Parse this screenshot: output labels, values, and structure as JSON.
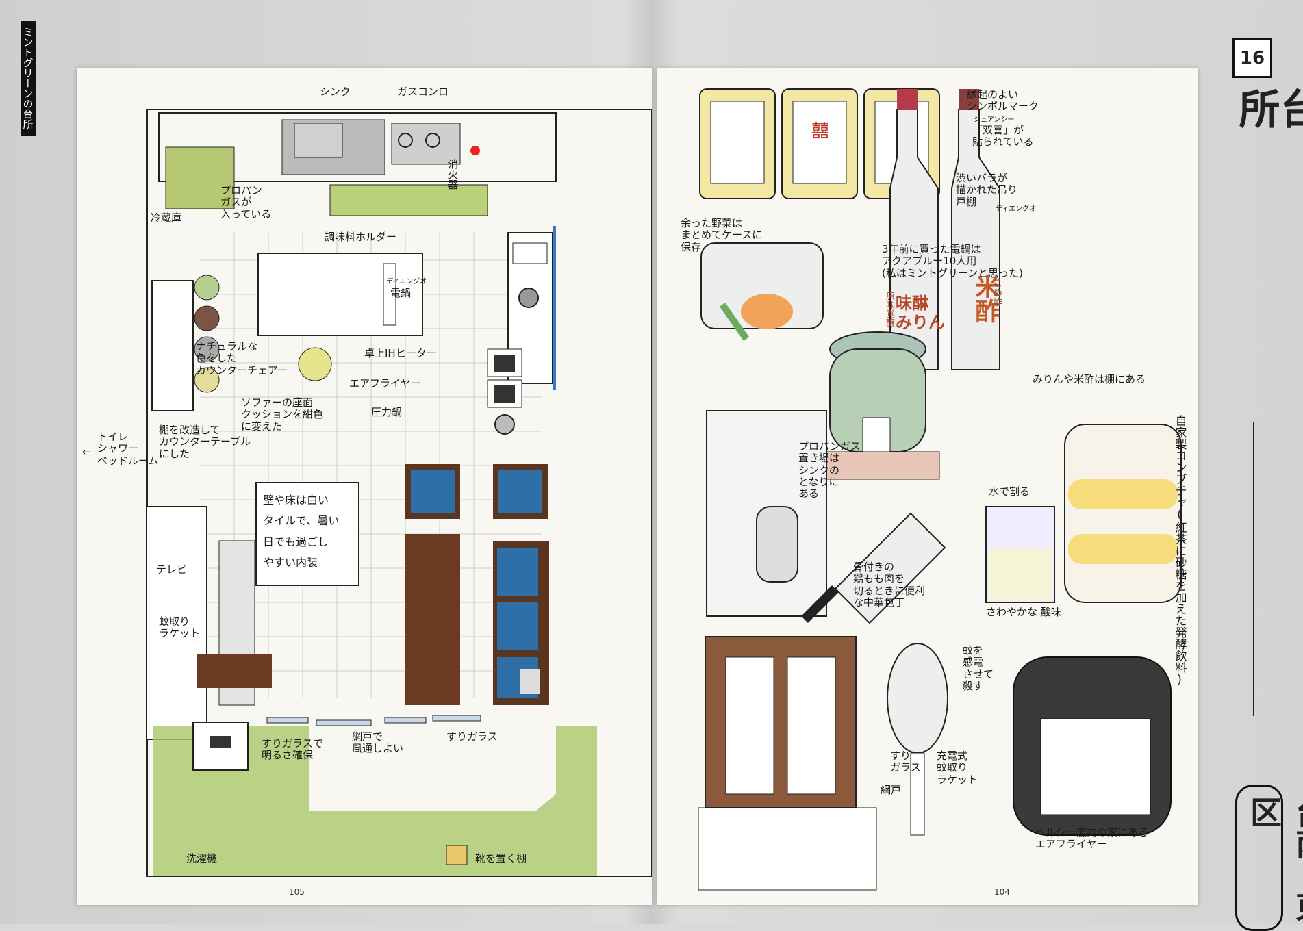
{
  "side_tab": "ミントグリーンの台所",
  "page_left_number": "105",
  "page_right_number": "104",
  "chapter_number": "16",
  "chapter_title": "ミントグリーンの台所",
  "location": "台南・東区",
  "floorplan_labels": {
    "sink": "シンク",
    "gas_stove": "ガスコンロ",
    "extinguisher": "消火器",
    "propane": "プロパン\nガスが\n入っている",
    "fridge": "冷蔵庫",
    "seasoning_holder": "調味料ホルダー",
    "datong_ruby": "ディエングオ",
    "datong": "電鍋",
    "ih_heater": "卓上IHヒーター",
    "air_fryer": "エアフライヤー",
    "pressure_cooker": "圧力鍋",
    "chairs": "ナチュラルな\n色をした\nカウンターチェアー",
    "sofa": "ソファーの座面\nクッションを紺色\nに変えた",
    "counter": "棚を改造して\nカウンターテーブル\nにした",
    "toilet": "トイレ\nシャワー\nベッドルーム",
    "arrow": "←",
    "walls": "壁や床は白い\nタイルで、暑い\n日でも過ごし\nやすい内装",
    "tv": "テレビ",
    "swatter": "蚊取り\nラケット",
    "frosted1": "すりガラスで\n明るさ確保",
    "screen": "網戸で\n風通しよい",
    "frosted2": "すりガラス",
    "washer": "洗濯機",
    "shoe_shelf": "靴を置く棚"
  },
  "right_labels": {
    "lucky": "縁起のよい\nシンボルマーク",
    "lucky_ruby": "シュアンシー",
    "double_happiness": "「双喜」が\n貼られている",
    "roses": "渋いバラが\n描かれた吊り\n戸棚",
    "cabinet_ruby": "ディエングオ",
    "veggies": "余った野菜は\nまとめてケースに\n保存",
    "rice_cooker": "3年前に買った電鍋は\nアクアブルー10人用\n(私はミントグリーンと思った)",
    "mirin_vinegar": "みりんや米酢は棚にある",
    "mirin_label": "味醂\nみりん",
    "mirin_sub": "原味覚醸",
    "vinegar_label": "米酢",
    "vinegar_sub": "こめ酢",
    "double_happiness_char": "囍",
    "propane_place": "プロパンガス\n置き場は\nシンクの\nとなりに\nある",
    "water": "水で割る",
    "knife": "骨付きの\n鶏もも肉を\n切るときに便利\nな中華包丁",
    "sour": "さわやかな 酸味",
    "kombucha": "自家製コンブチャ(紅茶に砂糖を加えた発酵飲料)",
    "zap": "蚊を\n感電\nさせて\n殺す",
    "frosted": "すり\nガラス",
    "screen_door": "網戸",
    "racket": "充電式\n蚊取り\nラケット",
    "fryer": "ヘルシー志向の家にある\nエアフライヤー"
  },
  "colors": {
    "mint": "#b7cfb4",
    "green": "#a9c86a",
    "navy": "#2f6fa8",
    "brown": "#6a3b22",
    "red": "#c0392b",
    "yellow": "#e9c96a"
  }
}
